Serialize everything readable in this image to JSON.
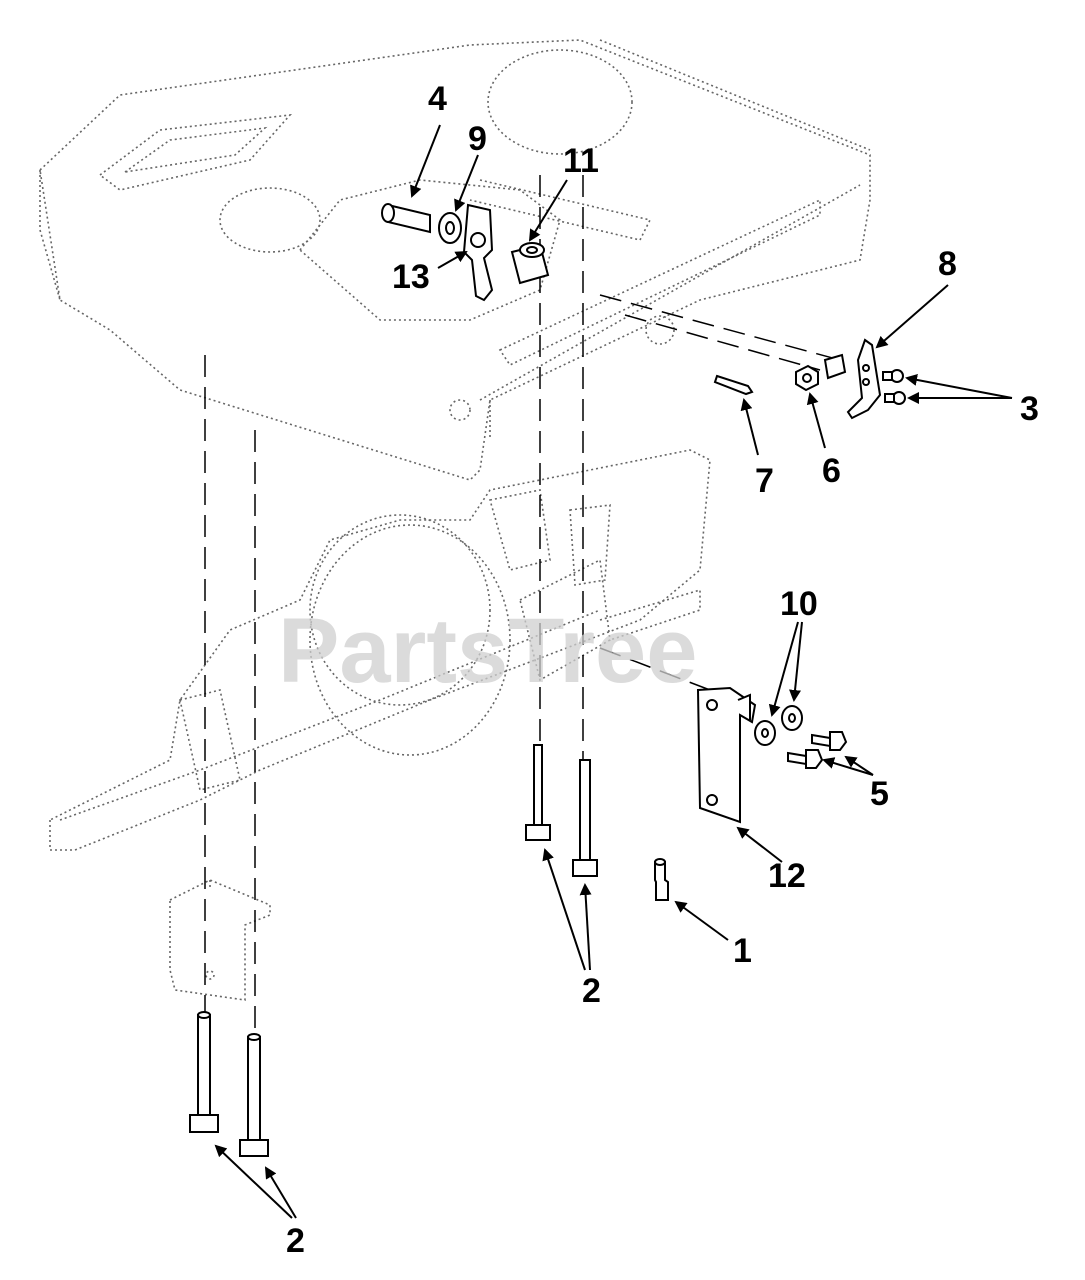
{
  "watermark": "PartsTree",
  "callouts": [
    {
      "id": "c1",
      "label": "1"
    },
    {
      "id": "c2a",
      "label": "2"
    },
    {
      "id": "c2b",
      "label": "2"
    },
    {
      "id": "c3",
      "label": "3"
    },
    {
      "id": "c4",
      "label": "4"
    },
    {
      "id": "c5",
      "label": "5"
    },
    {
      "id": "c6",
      "label": "6"
    },
    {
      "id": "c7",
      "label": "7"
    },
    {
      "id": "c8",
      "label": "8"
    },
    {
      "id": "c9",
      "label": "9"
    },
    {
      "id": "c10",
      "label": "10"
    },
    {
      "id": "c11",
      "label": "11"
    },
    {
      "id": "c12",
      "label": "12"
    },
    {
      "id": "c13",
      "label": "13"
    }
  ]
}
